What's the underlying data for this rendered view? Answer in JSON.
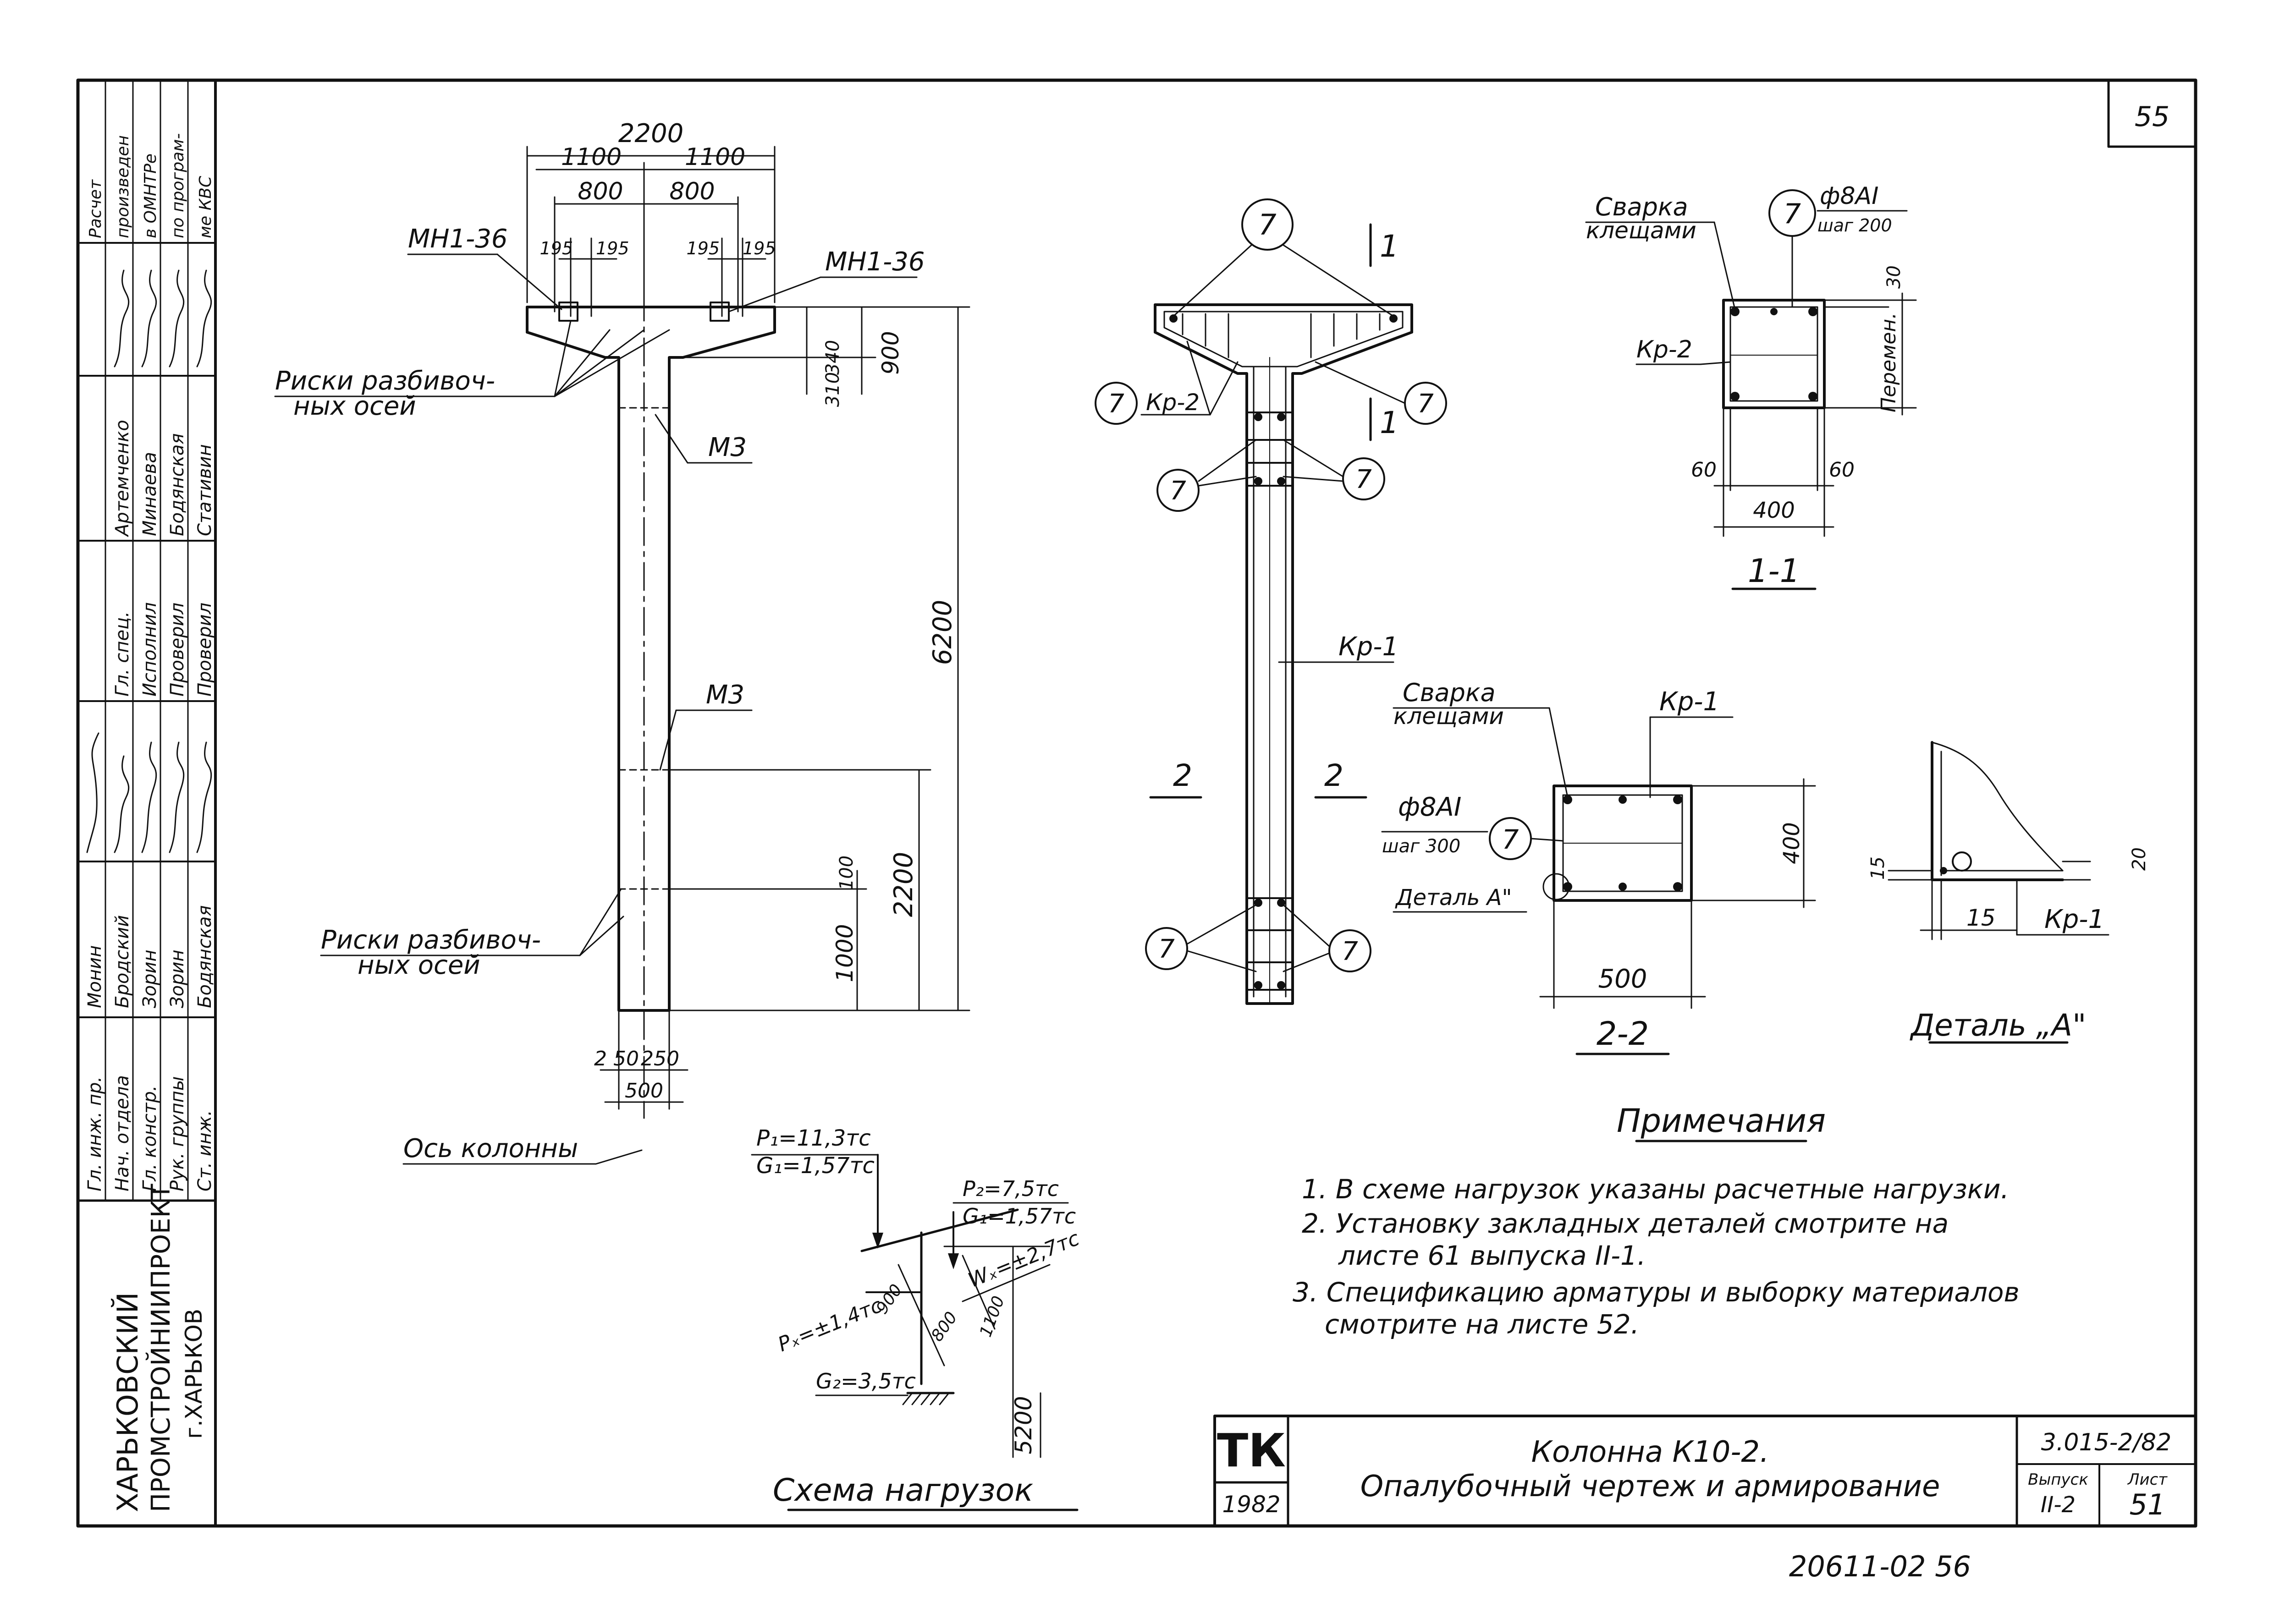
{
  "sheet": {
    "page_number": "55",
    "bottom_stamp": "20611-02   56"
  },
  "organization": {
    "line1": "ХАРЬКОВСКИЙ",
    "line2": "ПРОМСТРОЙНИИПРОЕКТ",
    "line3": "г.ХАРЬКОВ"
  },
  "signatures": {
    "roles": [
      "Гл. инж. пр.",
      "Нач. отдела",
      "Гл. констр.",
      "Рук. группы",
      "Ст. инж."
    ],
    "names": [
      "Монин",
      "Бродский",
      "Зорин",
      "Зорин",
      "Бодянская"
    ],
    "roles2": [
      "Гл. спец.",
      "Исполнил",
      "Проверил",
      "Проверил"
    ],
    "names2": [
      "Артемченко",
      "Минаева",
      "Бодянская",
      "Стативин"
    ],
    "note": [
      "Расчет",
      "произведен",
      "в ОМНТРе",
      "по програм-",
      "ме КВС"
    ]
  },
  "elevation": {
    "dim_total_width": "2200",
    "dim_half_left": "1100",
    "dim_half_right": "1100",
    "dim_800_left": "800",
    "dim_800_right": "800",
    "dim_195a": "195",
    "dim_195b": "195",
    "dim_195c": "195",
    "dim_195d": "195",
    "label_mn_left": "МН1-36",
    "label_mn_right": "МН1-36",
    "label_axes_top_1": "Риски разбивоч-",
    "label_axes_top_2": "ных осей",
    "label_m3_top": "М3",
    "label_m3_mid": "М3",
    "label_axes_bottom_1": "Риски разбивоч-",
    "label_axes_bottom_2": "ных осей",
    "label_column_axis": "Ось колонны",
    "dim_340": "340",
    "dim_310": "310",
    "dim_900": "900",
    "dim_6200": "6200",
    "dim_2200_right": "2200",
    "dim_100": "100",
    "dim_1000": "1000",
    "dim_250a": "2 50",
    "dim_250b": "250",
    "dim_500": "500"
  },
  "reinforcement": {
    "marker": "7",
    "label_kr2": "Кр-2",
    "label_kr1": "Кр-1",
    "section_1": "1",
    "section_2": "2"
  },
  "section_11": {
    "label_weld_1": "Сварка",
    "label_weld_2": "клещами",
    "label_bar": "ф8АI",
    "label_step": "шаг 200",
    "label_kr2": "Кр-2",
    "dim_30": "30",
    "dim_var": "Перемен.",
    "dim_60a": "60",
    "dim_60b": "60",
    "dim_400": "400",
    "title": "1-1"
  },
  "section_22": {
    "label_weld_1": "Сварка",
    "label_weld_2": "клещами",
    "label_kr1": "Кр-1",
    "label_bar": "ф8АI",
    "label_step": "шаг 300",
    "label_detail": "Деталь А\"",
    "dim_400": "400",
    "dim_500": "500",
    "title": "2-2"
  },
  "detail_a": {
    "dim_15v": "15",
    "dim_20": "20",
    "dim_15h": "15",
    "label_kr1": "Кр-1",
    "title": "Деталь „А\""
  },
  "loads": {
    "p1": "P₁=11,3тс",
    "g1": "G₁=1,57тс",
    "p2": "P₂=7,5тс",
    "g1b": "G₁=1,57тс",
    "px": "Pₓ=±1,4тс",
    "wx": "Wₓ=±2,7тс",
    "g2": "G₂=3,5тс",
    "dim_900": "900",
    "dim_800": "800",
    "dim_1100": "1100",
    "dim_5200": "5200",
    "title": "Схема нагрузок"
  },
  "notes": {
    "title": "Примечания",
    "n1": "1. В схеме нагрузок указаны расчетные нагрузки.",
    "n2a": "2. Установку закладных деталей смотрите на",
    "n2b": "листе 61 выпуска II-1.",
    "n3a": "3. Спецификацию арматуры и выборку материалов",
    "n3b": "смотрите на листе 52."
  },
  "title_block": {
    "logo": "ТК",
    "year": "1982",
    "name_line1": "Колонна К10-2.",
    "name_line2": "Опалубочный чертеж и армирование",
    "doc_code": "3.015-2/82",
    "issue_label": "Выпуск",
    "issue_value": "II-2",
    "sheet_label": "Лист",
    "sheet_value": "51"
  }
}
